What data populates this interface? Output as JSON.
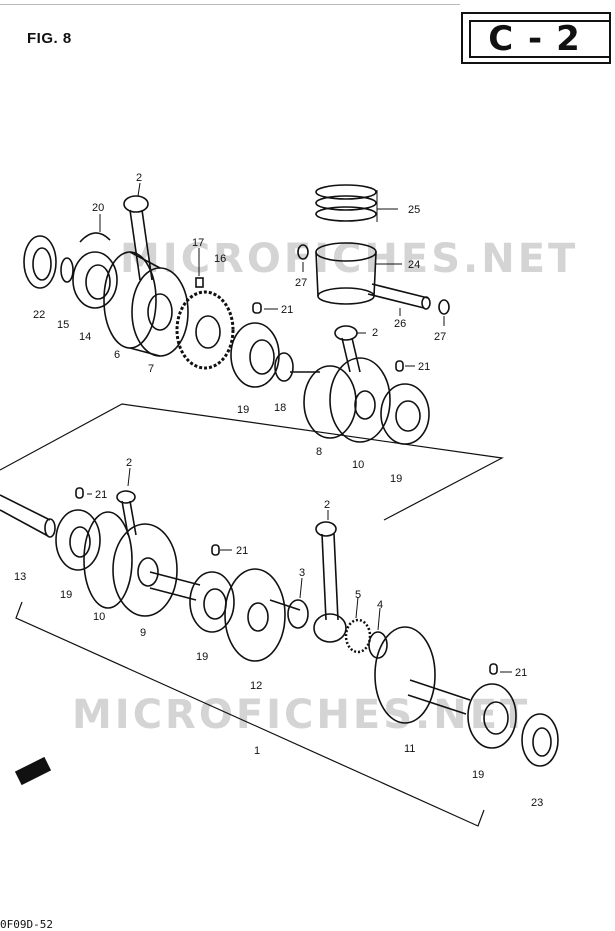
{
  "figure": {
    "title": "FIG. 8",
    "code": "C-2",
    "footer": "0F09D-52",
    "watermark": "MICROFICHES.NET"
  },
  "callouts": {
    "c2a": "2",
    "c20": "20",
    "c17": "17",
    "c16": "16",
    "c21a": "21",
    "c2b": "2",
    "c21b": "21",
    "c25": "25",
    "c24": "24",
    "c27a": "27",
    "c26": "26",
    "c27b": "27",
    "c22": "22",
    "c15": "15",
    "c14": "14",
    "c6": "6",
    "c7": "7",
    "c19a": "19",
    "c18": "18",
    "c8": "8",
    "c10a": "10",
    "c19b": "19",
    "c2c": "2",
    "c21c": "21",
    "c21d": "21",
    "c2d": "2",
    "c13": "13",
    "c19c": "19",
    "c10b": "10",
    "c9": "9",
    "c19d": "19",
    "c12": "12",
    "c3": "3",
    "c5": "5",
    "c4": "4",
    "c21e": "21",
    "c11": "11",
    "c1": "1",
    "c19e": "19",
    "c23": "23"
  }
}
